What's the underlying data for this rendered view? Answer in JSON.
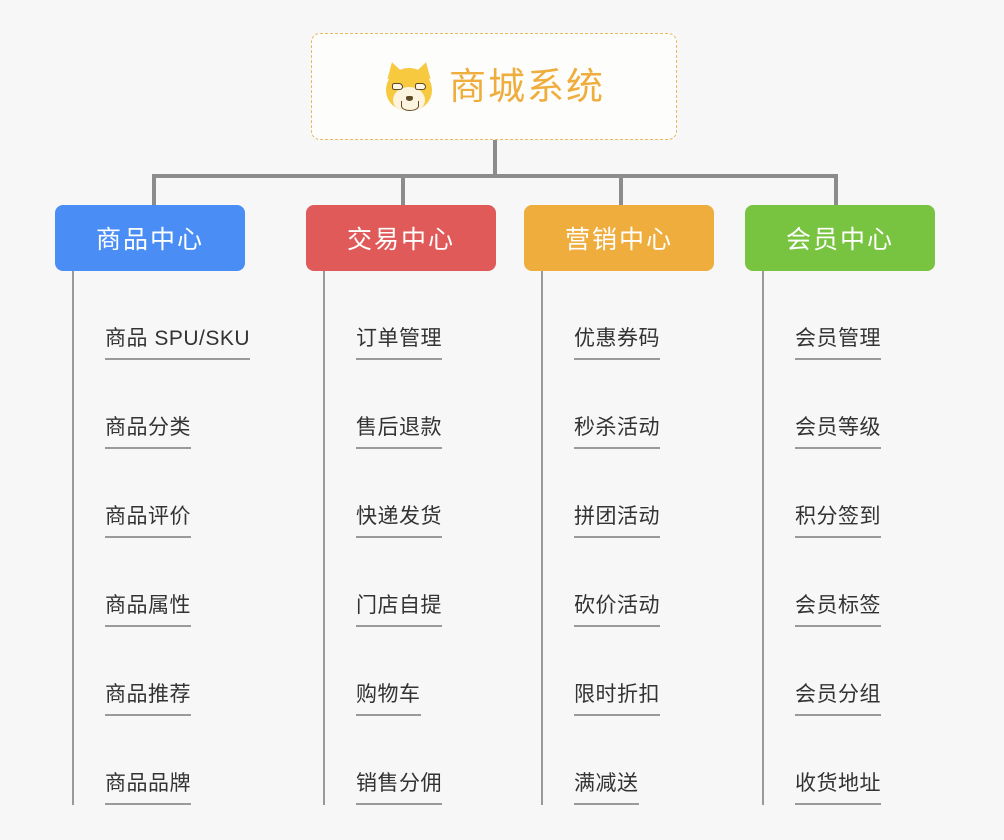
{
  "diagram": {
    "title": "商城系统",
    "root": {
      "label": "商城系统",
      "icon": "shiba-inu-dog-face-icon",
      "text_color": "#eead3c",
      "border_color": "#e8b860",
      "background": "#fdfdfc"
    },
    "background_color": "#f7f7f7",
    "connector_color": "#8c8c8c",
    "item_text_color": "#333333",
    "item_rule_color": "#9a9a9a",
    "columns": [
      {
        "label": "商品中心",
        "color": "#4a8ef5",
        "items": [
          "商品 SPU/SKU",
          "商品分类",
          "商品评价",
          "商品属性",
          "商品推荐",
          "商品品牌"
        ]
      },
      {
        "label": "交易中心",
        "color": "#e05a5a",
        "items": [
          "订单管理",
          "售后退款",
          "快递发货",
          "门店自提",
          "购物车",
          "销售分佣"
        ]
      },
      {
        "label": "营销中心",
        "color": "#eead3c",
        "items": [
          "优惠券码",
          "秒杀活动",
          "拼团活动",
          "砍价活动",
          "限时折扣",
          "满减送"
        ]
      },
      {
        "label": "会员中心",
        "color": "#78c340",
        "items": [
          "会员管理",
          "会员等级",
          "积分签到",
          "会员标签",
          "会员分组",
          "收货地址"
        ]
      }
    ]
  }
}
